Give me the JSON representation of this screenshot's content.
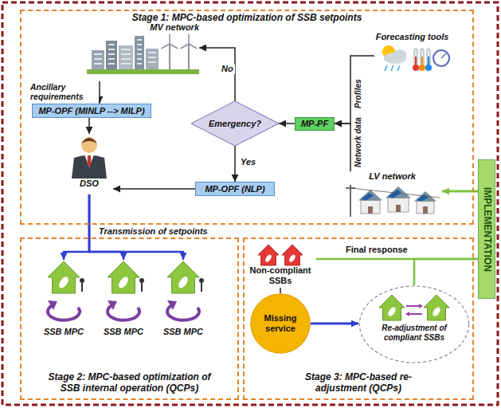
{
  "diagram": {
    "nodes": [
      {
        "text": [
          "Stage 1: MPC-based optimization of SSB setpoints"
        ]
      },
      {
        "text": [
          "MV network"
        ],
        "in": 0
      },
      {
        "text": [
          "MP-OPF (MINLP --> MILP)"
        ],
        "in": 0
      },
      {
        "text": [
          "DSO"
        ],
        "in": 0
      },
      {
        "text": [
          "Emergency?"
        ],
        "in": 0
      },
      {
        "text": [
          "MP-PF"
        ],
        "in": 0
      },
      {
        "text": [
          "MP-OPF (NLP)"
        ],
        "in": 0
      },
      {
        "text": [
          "Forecasting tools"
        ],
        "in": 0
      },
      {
        "text": [
          "LV network"
        ],
        "in": 0
      },
      {
        "text": [
          "Stage 2: MPC-based optimization of SSB internal operation (QCPs)"
        ]
      },
      {
        "text": [
          "SSB MPC"
        ],
        "in": 9
      },
      {
        "text": [
          "SSB MPC"
        ],
        "in": 9
      },
      {
        "text": [
          "SSB MPC"
        ],
        "in": 9
      },
      {
        "text": [
          "Stage 3: MPC-based re-adjustment (QCPs)"
        ]
      },
      {
        "text": [
          "Non-compliant SSBs"
        ],
        "in": 13
      },
      {
        "text": [
          "Missing service"
        ],
        "in": 13
      },
      {
        "text": [
          "Re-adjustment of compliant SSBs"
        ],
        "in": 13
      },
      {
        "text": [
          "IMPLEMENTATION"
        ]
      }
    ],
    "edges": [
      {
        "from": 1,
        "to": 2,
        "arrow": "to",
        "label": "Ancillary requirements"
      },
      {
        "from": 2,
        "to": 3,
        "arrow": "to"
      },
      {
        "from": 4,
        "to": 1,
        "arrow": "to",
        "label": "No"
      },
      {
        "from": 4,
        "to": 6,
        "arrow": "to",
        "label": "Yes"
      },
      {
        "from": 6,
        "to": 3,
        "arrow": "to"
      },
      {
        "from": 5,
        "to": 4,
        "arrow": "to"
      },
      {
        "from": 7,
        "to": 5,
        "arrow": "to",
        "label": "Profiles"
      },
      {
        "from": 8,
        "to": 5,
        "arrow": "to",
        "label": "Network data"
      },
      {
        "from": 3,
        "to": 10,
        "arrow": "to"
      },
      {
        "from": 3,
        "to": 11,
        "arrow": "to"
      },
      {
        "from": 3,
        "to": 12,
        "arrow": "to"
      },
      {
        "from": 14,
        "to": 15,
        "arrow": "none"
      },
      {
        "from": 15,
        "to": 16,
        "arrow": "to"
      },
      {
        "from": 14,
        "to": 17,
        "arrow": "none",
        "label": "Final response"
      },
      {
        "from": 16,
        "to": 17,
        "arrow": "none"
      },
      {
        "from": 17,
        "to": 8,
        "arrow": "to"
      }
    ],
    "labels": [
      "Transmission of setpoints"
    ]
  }
}
